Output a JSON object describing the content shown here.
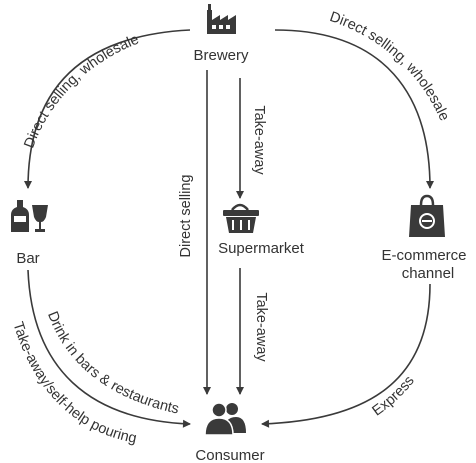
{
  "nodes": {
    "brewery": {
      "label": "Brewery",
      "icon": "factory-icon"
    },
    "bar": {
      "label": "Bar",
      "icon": "bottle-and-glass-icon"
    },
    "supermarket": {
      "label": "Supermarket",
      "icon": "shopping-basket-icon"
    },
    "ecommerce": {
      "label_line1": "E-commerce",
      "label_line2": "channel",
      "icon": "shopping-bag-icon"
    },
    "consumer": {
      "label": "Consumer",
      "icon": "people-icon"
    }
  },
  "edges": {
    "brewery_to_bar": "Direct selling, wholesale",
    "brewery_to_ecommerce": "Direct selling, wholesale",
    "brewery_to_consumer": "Direct selling",
    "brewery_to_supermarket": "Take-away",
    "supermarket_to_consumer": "Take-away",
    "bar_to_consumer_inner": "Drink in bars & restaurants",
    "bar_to_consumer_outer": "Take-away/self-help pouring",
    "ecommerce_to_consumer": "Express"
  },
  "colors": {
    "stroke": "#3a3a3a",
    "text": "#333333"
  }
}
